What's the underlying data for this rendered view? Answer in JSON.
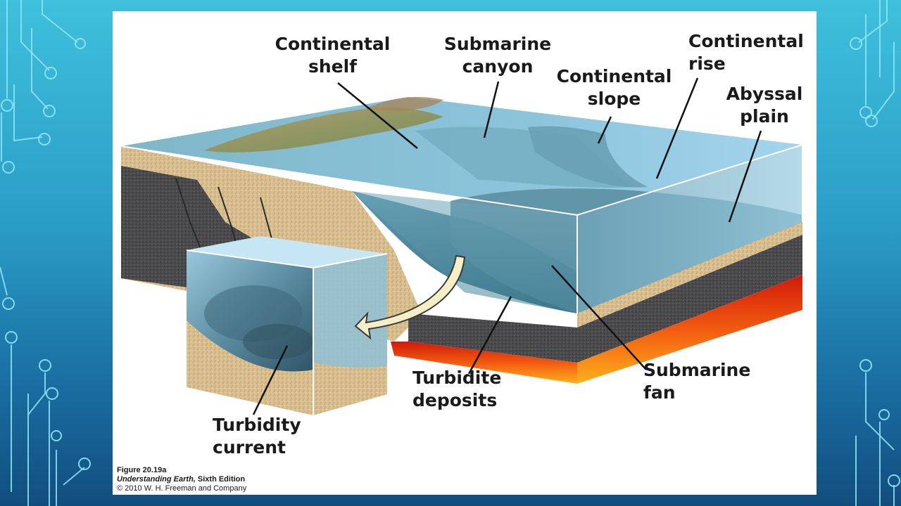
{
  "theme": {
    "background_top": "#3fc0dc",
    "background_bottom": "#124d7e",
    "accent_lines": "#8fe6f7"
  },
  "labels": {
    "continental_shelf": [
      "Continental",
      "shelf"
    ],
    "submarine_canyon": [
      "Submarine",
      "canyon"
    ],
    "continental_slope": [
      "Continental",
      "slope"
    ],
    "continental_rise": [
      "Continental",
      "rise"
    ],
    "abyssal_plain": [
      "Abyssal",
      "plain"
    ],
    "submarine_fan": [
      "Submarine",
      "fan"
    ],
    "turbidite_deposits": [
      "Turbidite",
      "deposits"
    ],
    "turbidity_current": [
      "Turbidity",
      "current"
    ]
  },
  "caption": {
    "figure": "Figure 20.19a",
    "book_title": "Understanding Earth,",
    "edition": " Sixth Edition",
    "copyright": "© 2010 W. H. Freeman and Company"
  }
}
